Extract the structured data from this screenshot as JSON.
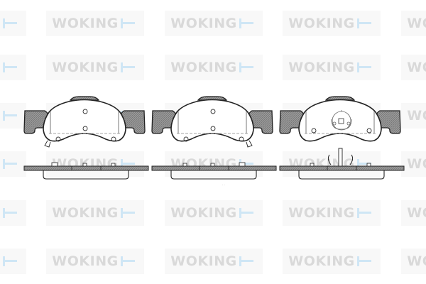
{
  "watermark": {
    "text": "WOKING",
    "logo_icon": "woking-t-mark-icon",
    "text_color": "#d9d9d9",
    "accent_color": "#cfe6f5",
    "tile_background": "#f8f8f8"
  },
  "drawing": {
    "subject": "Brake pad set technical drawing",
    "views": [
      {
        "label": "pad-1-front",
        "type": "friction-face",
        "features": [
          "two pin holes",
          "two edge holes",
          "wear indicator clip left"
        ]
      },
      {
        "label": "pad-2-front",
        "type": "friction-face",
        "features": [
          "two pin holes",
          "two edge holes",
          "wear indicator clip right"
        ]
      },
      {
        "label": "pad-3-front",
        "type": "backing-face",
        "features": [
          "central retaining clip",
          "two edge holes"
        ]
      }
    ],
    "line_color": "#222222",
    "hatch_color": "#8c8c8c",
    "fill_color": "#ffffff"
  }
}
